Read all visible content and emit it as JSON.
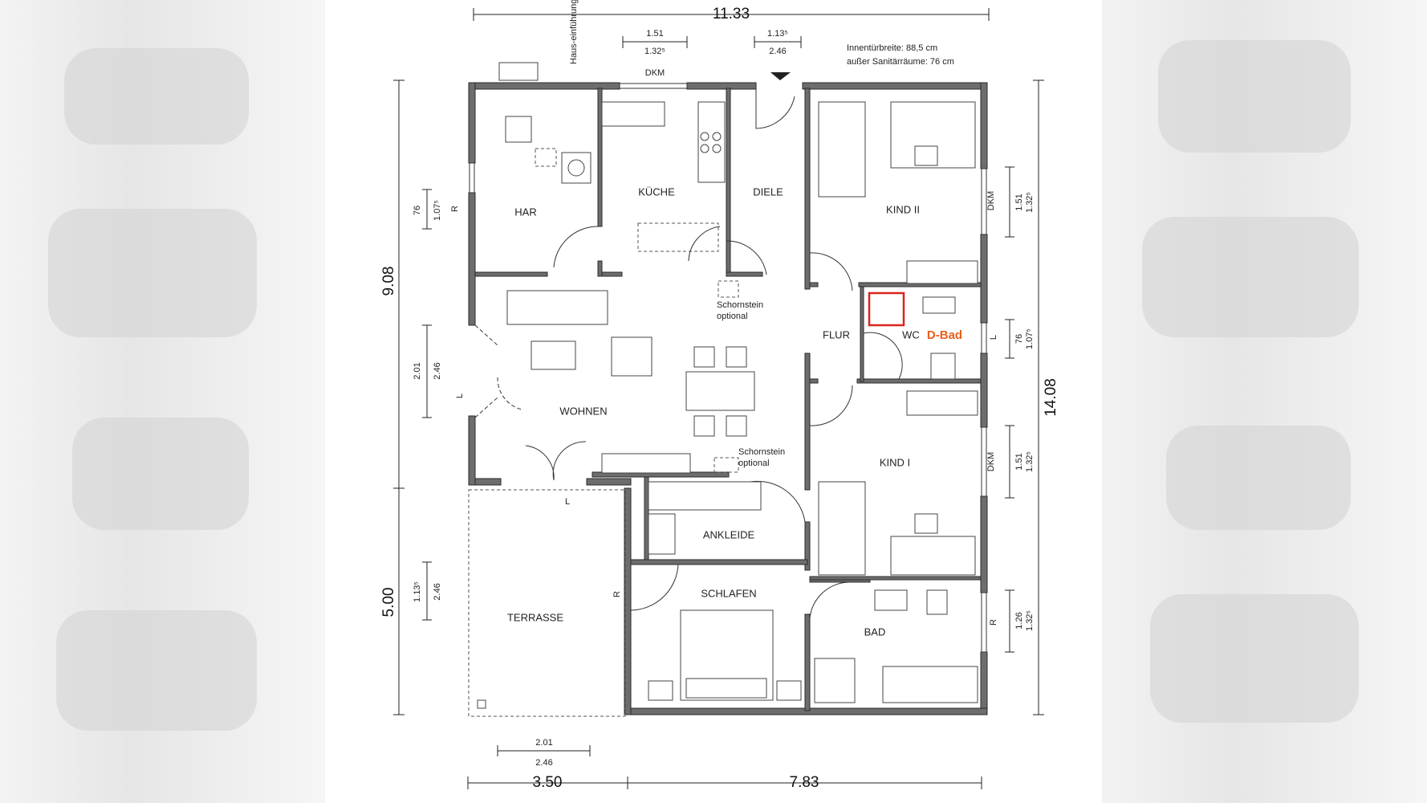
{
  "plan": {
    "notes": {
      "door_width": "Innentürbreite: 88,5 cm",
      "sanitary_width": "außer Sanitärräume: 76 cm"
    },
    "rooms": {
      "har": "HAR",
      "kueche": "KÜCHE",
      "diele": "DIELE",
      "kind2": "KIND II",
      "flur": "FLUR",
      "wc": "WC",
      "dbad": "D-Bad",
      "wohnen": "WOHNEN",
      "kind1": "KIND I",
      "ankleide": "ANKLEIDE",
      "schlafen": "SCHLAFEN",
      "bad": "BAD",
      "terrasse": "TERRASSE"
    },
    "labels": {
      "schornstein1a": "Schornstein",
      "schornstein1b": "optional",
      "schornstein2a": "Schornstein",
      "schornstein2b": "optional",
      "hauseinf": "Haus-einführungen",
      "dkm_top": "DKM",
      "dkm_right1": "DKM",
      "dkm_right2": "DKM",
      "r_left": "R",
      "l_left": "L",
      "l_bottom": "L",
      "r_ankleide": "R",
      "l_right": "L",
      "r_right": "R"
    },
    "dimensions": {
      "total_width": "11.33",
      "top_win1_a": "1.51",
      "top_win1_b": "1.32⁵",
      "top_door_a": "1.13⁵",
      "top_door_b": "2.46",
      "left_total": "9.08",
      "left_bottom": "5.00",
      "left_w1_a": "76",
      "left_w1_b": "1.07⁵",
      "left_w2_a": "2.01",
      "left_w2_b": "2.46",
      "left_w3_a": "1.13⁵",
      "left_w3_b": "2.46",
      "right_total": "14.08",
      "right_w1_a": "1.51",
      "right_w1_b": "1.32⁵",
      "right_w2_a": "76",
      "right_w2_b": "1.07⁵",
      "right_w3_a": "1.51",
      "right_w3_b": "1.32⁵",
      "right_w4_a": "1.26",
      "right_w4_b": "1.32⁵",
      "bottom_w_a": "2.01",
      "bottom_w_b": "2.46",
      "bottom_left": "3.50",
      "bottom_right": "7.83"
    },
    "colors": {
      "wall": "#6d6d6d",
      "highlight": "#d9251c",
      "dbad_text": "#e8601c"
    }
  }
}
